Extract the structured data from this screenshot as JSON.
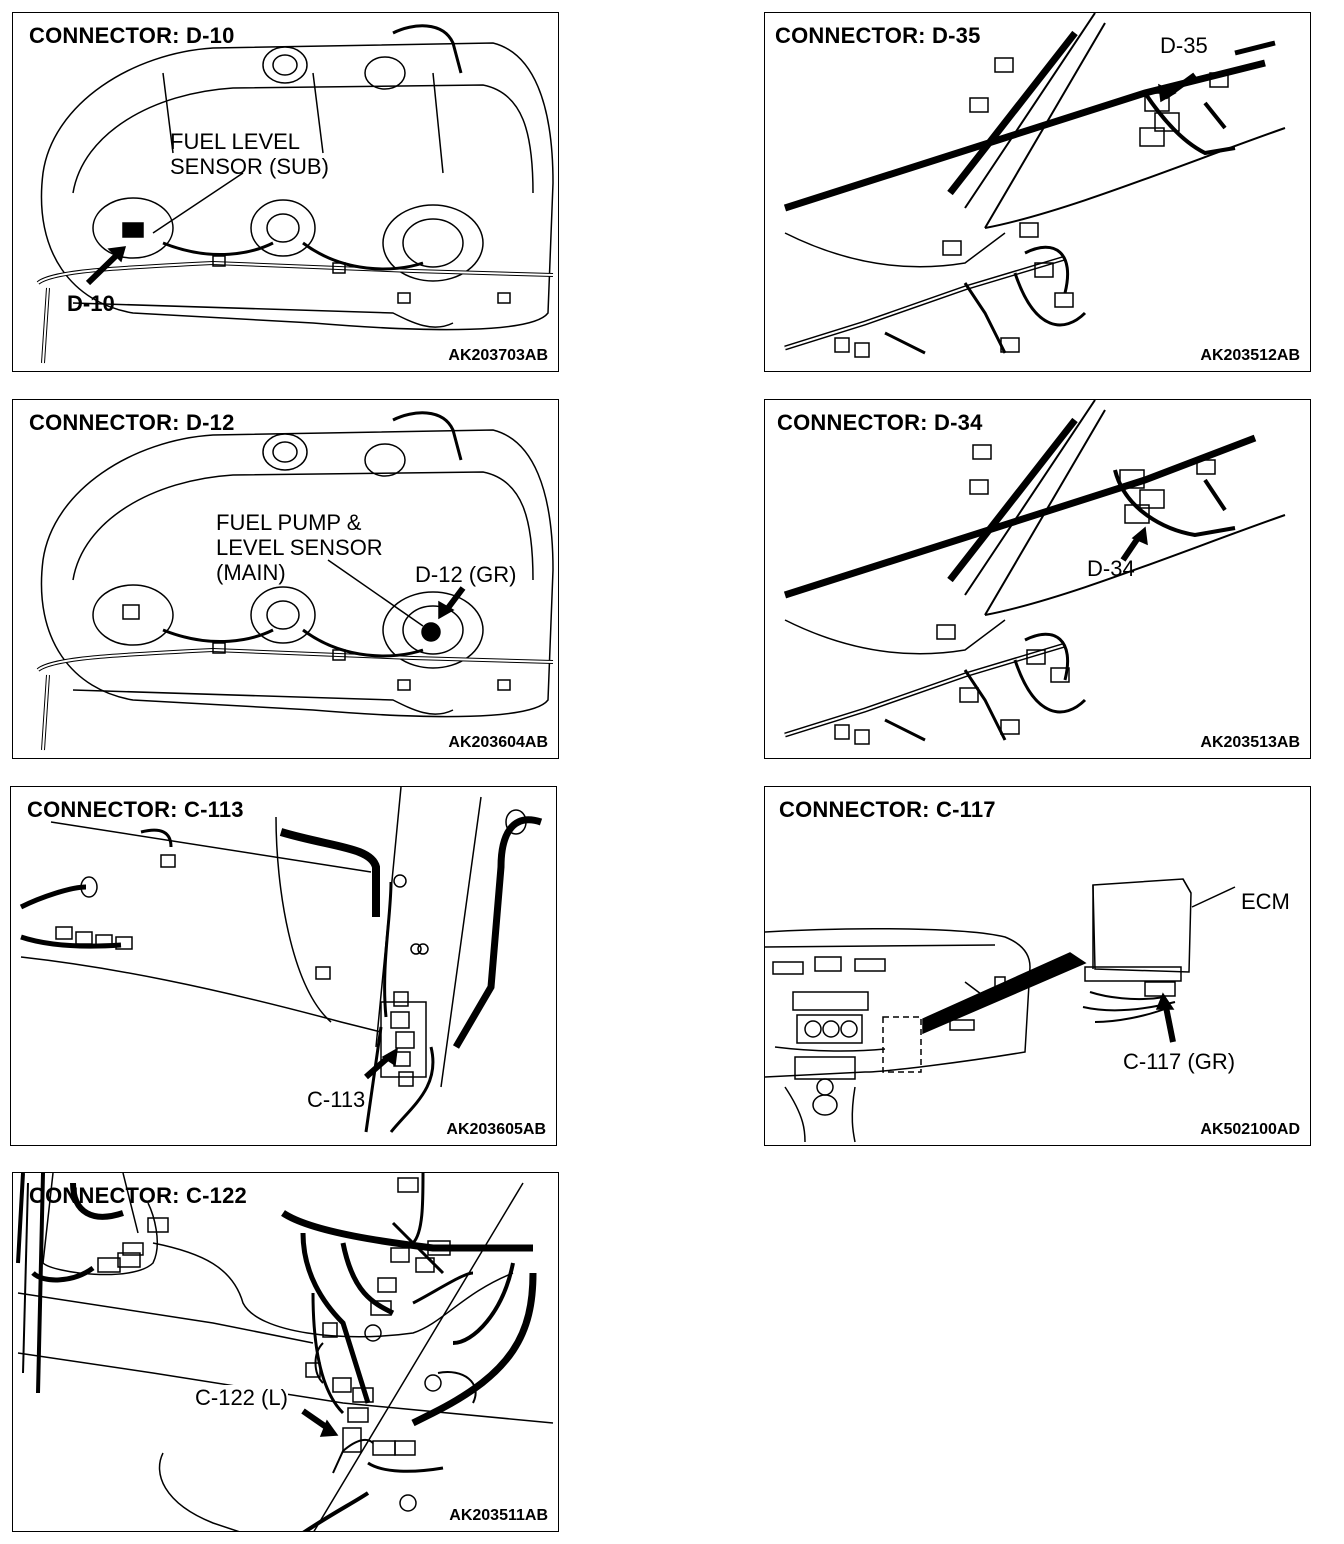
{
  "panels": {
    "d10": {
      "title": "CONNECTOR: D-10",
      "code": "AK203703AB",
      "label_lines": [
        "FUEL LEVEL",
        "SENSOR (SUB)"
      ],
      "pointer": "D-10"
    },
    "d35": {
      "title": "CONNECTOR: D-35",
      "code": "AK203512AB",
      "pointer": "D-35"
    },
    "d12": {
      "title": "CONNECTOR: D-12",
      "code": "AK203604AB",
      "label_lines": [
        "FUEL PUMP &",
        "LEVEL SENSOR",
        "(MAIN)"
      ],
      "pointer": "D-12 (GR)"
    },
    "d34": {
      "title": "CONNECTOR: D-34",
      "code": "AK203513AB",
      "pointer": "D-34"
    },
    "c113": {
      "title": "CONNECTOR: C-113",
      "code": "AK203605AB",
      "pointer": "C-113"
    },
    "c117": {
      "title": "CONNECTOR: C-117",
      "code": "AK502100AD",
      "label_lines": [
        "ECM"
      ],
      "pointer": "C-117 (GR)"
    },
    "c122": {
      "title": "CONNECTOR: C-122",
      "code": "AK203511AB",
      "pointer": "C-122 (L)"
    }
  }
}
